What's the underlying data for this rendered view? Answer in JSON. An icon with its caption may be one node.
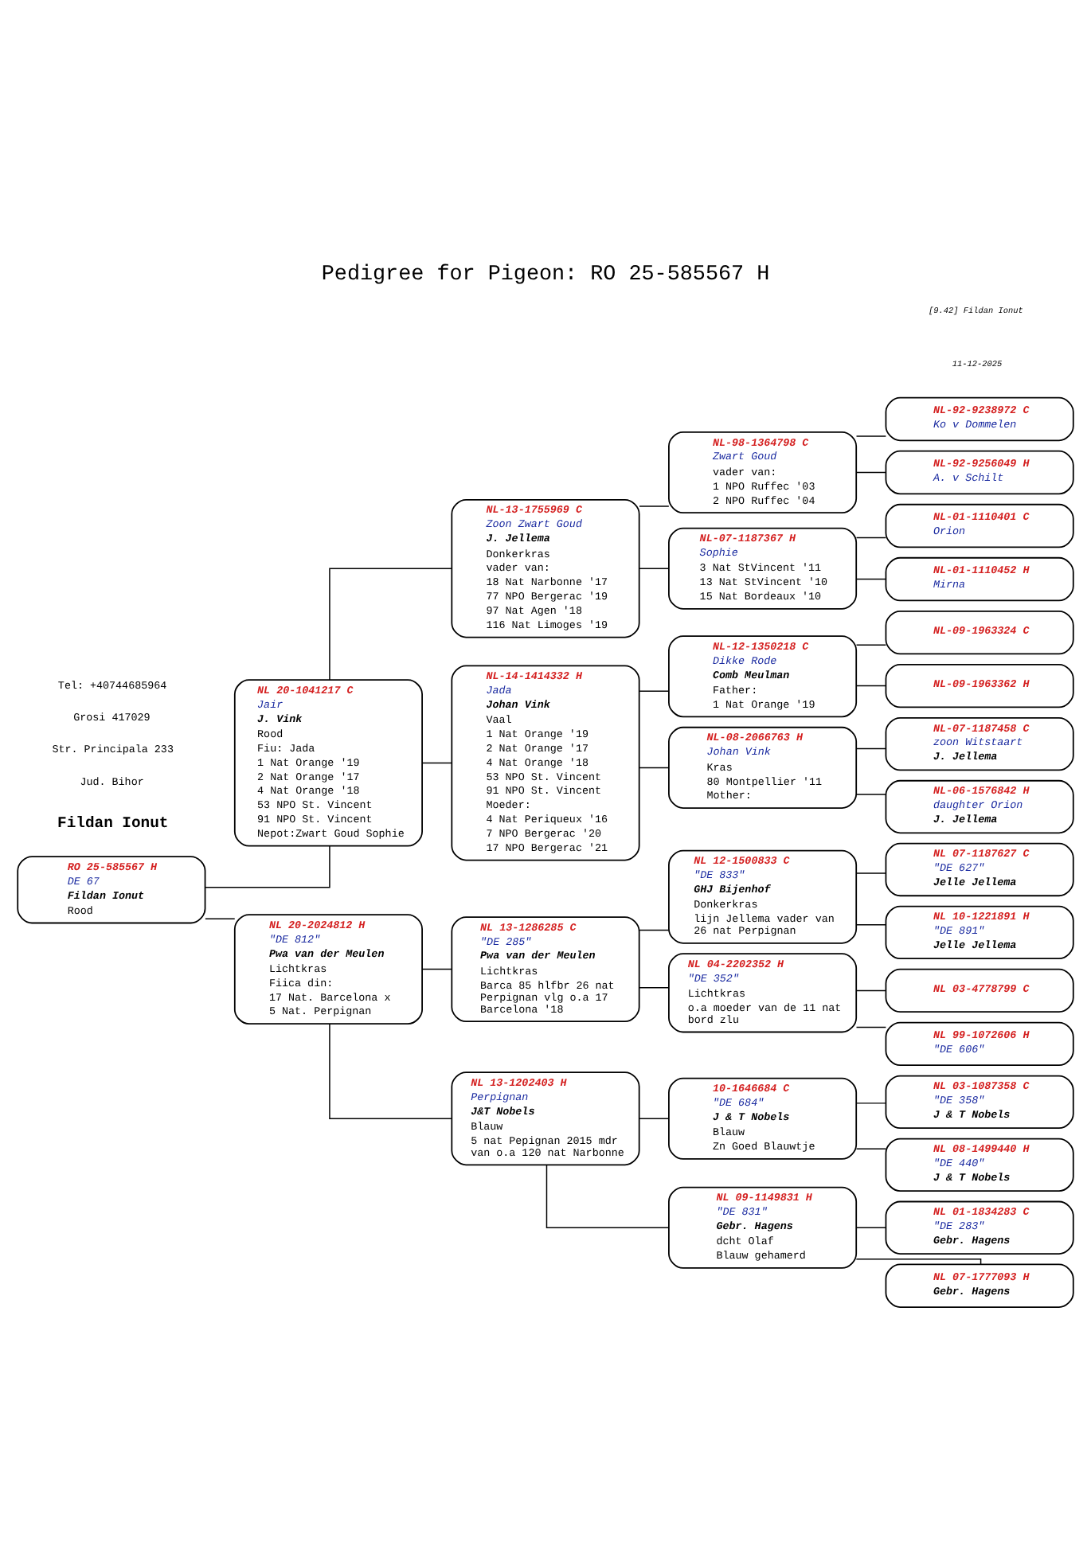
{
  "diagram": {
    "title": "Pedigree for Pigeon: RO 25-585567 H",
    "nodes": [
      {
        "text": [
          "RO 25-585567 H",
          "DE 67",
          "Fildan Ionut",
          "Rood"
        ]
      },
      {
        "text": [
          "NL 20-1041217 C",
          "Jair",
          "J. Vink",
          "Rood",
          "Fiu: Jada",
          "1 Nat Orange '19",
          "2 Nat Orange '17",
          "4 Nat Orange '18",
          "53 NPO St. Vincent",
          "91 NPO St. Vincent",
          "Nepot:Zwart Goud Sophie"
        ]
      },
      {
        "text": [
          "NL 20-2024812 H",
          "\"DE 812\"",
          "Pwa van der Meulen",
          "Lichtkras",
          "Fiica din:",
          "17 Nat. Barcelona x",
          "5 Nat. Perpignan"
        ]
      },
      {
        "text": [
          "NL-13-1755969 C",
          "Zoon Zwart Goud",
          "J. Jellema",
          "Donkerkras",
          "vader van:",
          "18 Nat Narbonne '17",
          "77 NPO Bergerac '19",
          "97 Nat Agen '18",
          "116 Nat Limoges '19"
        ]
      },
      {
        "text": [
          "NL-14-1414332 H",
          "Jada",
          "Johan Vink",
          "Vaal",
          "1 Nat Orange '19",
          "2 Nat Orange '17",
          "4 Nat Orange '18",
          "53 NPO St. Vincent",
          "91 NPO St. Vincent",
          "Moeder:",
          "4 Nat Periqueux '16",
          "7 NPO Bergerac '20",
          "17 NPO Bergerac '21"
        ]
      },
      {
        "text": [
          "NL 13-1286285 C",
          "\"DE 285\"",
          "Pwa van der Meulen",
          "Lichtkras",
          "Barca 85 hlfbr 26 nat Perpignan vlg o.a 17 Barcelona '18"
        ]
      },
      {
        "text": [
          "NL 13-1202403 H",
          "Perpignan",
          "J&T Nobels",
          "Blauw",
          "5 nat Pepignan 2015 mdr van o.a 120 nat Narbonne"
        ]
      },
      {
        "text": [
          "NL-98-1364798 C",
          "Zwart Goud",
          "vader van:",
          "1 NPO Ruffec '03",
          "2 NPO Ruffec '04"
        ]
      },
      {
        "text": [
          "NL-07-1187367 H",
          "Sophie",
          "3 Nat StVincent '11",
          "13 Nat StVincent '10",
          "15 Nat Bordeaux '10"
        ]
      },
      {
        "text": [
          "NL-12-1350218 C",
          "Dikke Rode",
          "Comb Meulman",
          "Father:",
          "1 Nat Orange '19"
        ]
      },
      {
        "text": [
          "NL-08-2066763 H",
          "Johan Vink",
          "Kras",
          "80 Montpellier '11",
          "Mother:"
        ]
      },
      {
        "text": [
          "NL 12-1500833 C",
          "\"DE 833\"",
          "GHJ Bijenhof",
          "Donkerkras",
          "lijn Jellema vader van 26 nat Perpignan"
        ]
      },
      {
        "text": [
          "NL 04-2202352 H",
          "\"DE 352\"",
          "Lichtkras",
          "o.a moeder van de 11 nat bord zlu"
        ]
      },
      {
        "text": [
          "10-1646684 C",
          "\"DE 684\"",
          "J & T Nobels",
          "Blauw",
          "Zn Goed Blauwtje"
        ]
      },
      {
        "text": [
          "NL 09-1149831 H",
          "\"DE 831\"",
          "Gebr. Hagens",
          "dcht Olaf",
          "Blauw gehamerd"
        ]
      },
      {
        "text": [
          "NL-92-9238972 C",
          "Ko v Dommelen"
        ]
      },
      {
        "text": [
          "NL-92-9256049 H",
          "A. v Schilt"
        ]
      },
      {
        "text": [
          "NL-01-1110401 C",
          "Orion"
        ]
      },
      {
        "text": [
          "NL-01-1110452 H",
          "Mirna"
        ]
      },
      {
        "text": [
          "NL-09-1963324 C"
        ]
      },
      {
        "text": [
          "NL-09-1963362 H"
        ]
      },
      {
        "text": [
          "NL-07-1187458 C",
          "zoon Witstaart",
          "J. Jellema"
        ]
      },
      {
        "text": [
          "NL-06-1576842 H",
          "daughter Orion",
          "J. Jellema"
        ]
      },
      {
        "text": [
          "NL 07-1187627 C",
          "\"DE 627\"",
          "Jelle Jellema"
        ]
      },
      {
        "text": [
          "NL 10-1221891 H",
          "\"DE 891\"",
          "Jelle Jellema"
        ]
      },
      {
        "text": [
          "NL 03-4778799 C"
        ]
      },
      {
        "text": [
          "NL 99-1072606 H",
          "\"DE 606\""
        ]
      },
      {
        "text": [
          "NL 03-1087358 C",
          "\"DE 358\"",
          "J & T Nobels"
        ]
      },
      {
        "text": [
          "NL 08-1499440 H",
          "\"DE 440\"",
          "J & T Nobels"
        ]
      },
      {
        "text": [
          "NL 01-1834283 C",
          "\"DE 283\"",
          "Gebr. Hagens"
        ]
      },
      {
        "text": [
          "NL 07-1777093 H",
          "Gebr. Hagens"
        ]
      }
    ],
    "edges": [
      {
        "from": 0,
        "to": 1,
        "arrow": "none"
      },
      {
        "from": 0,
        "to": 2,
        "arrow": "none"
      },
      {
        "from": 1,
        "to": 3,
        "arrow": "none"
      },
      {
        "from": 1,
        "to": 4,
        "arrow": "none"
      },
      {
        "from": 2,
        "to": 5,
        "arrow": "none"
      },
      {
        "from": 2,
        "to": 6,
        "arrow": "none"
      },
      {
        "from": 3,
        "to": 7,
        "arrow": "none"
      },
      {
        "from": 3,
        "to": 8,
        "arrow": "none"
      },
      {
        "from": 4,
        "to": 9,
        "arrow": "none"
      },
      {
        "from": 4,
        "to": 10,
        "arrow": "none"
      },
      {
        "from": 5,
        "to": 11,
        "arrow": "none"
      },
      {
        "from": 5,
        "to": 12,
        "arrow": "none"
      },
      {
        "from": 6,
        "to": 13,
        "arrow": "none"
      },
      {
        "from": 6,
        "to": 14,
        "arrow": "none"
      },
      {
        "from": 7,
        "to": 15,
        "arrow": "none"
      },
      {
        "from": 7,
        "to": 16,
        "arrow": "none"
      },
      {
        "from": 8,
        "to": 17,
        "arrow": "none"
      },
      {
        "from": 8,
        "to": 18,
        "arrow": "none"
      },
      {
        "from": 9,
        "to": 19,
        "arrow": "none"
      },
      {
        "from": 9,
        "to": 20,
        "arrow": "none"
      },
      {
        "from": 10,
        "to": 21,
        "arrow": "none"
      },
      {
        "from": 10,
        "to": 22,
        "arrow": "none"
      },
      {
        "from": 11,
        "to": 23,
        "arrow": "none"
      },
      {
        "from": 11,
        "to": 24,
        "arrow": "none"
      },
      {
        "from": 12,
        "to": 25,
        "arrow": "none"
      },
      {
        "from": 12,
        "to": 26,
        "arrow": "none"
      },
      {
        "from": 13,
        "to": 27,
        "arrow": "none"
      },
      {
        "from": 13,
        "to": 28,
        "arrow": "none"
      },
      {
        "from": 14,
        "to": 29,
        "arrow": "none"
      },
      {
        "from": 14,
        "to": 30,
        "arrow": "none"
      }
    ],
    "labels": [
      "Fildan Ionut",
      "Jud. Bihor",
      "Str. Principala 233",
      "Grosi 417029",
      "Tel: +40744685964",
      "11-12-2025",
      "[9.42] Fildan Ionut"
    ]
  }
}
